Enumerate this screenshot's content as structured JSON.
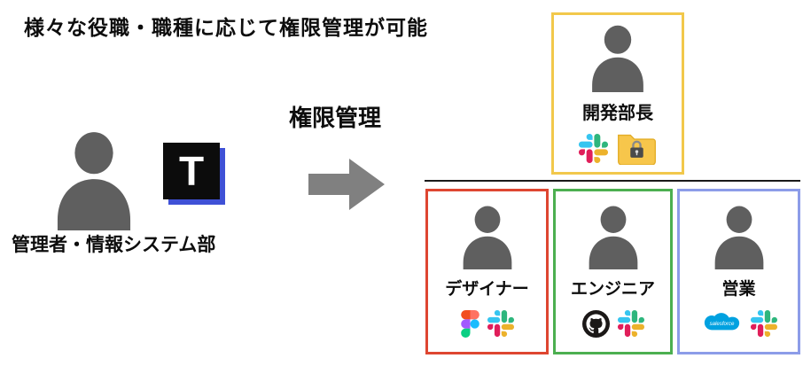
{
  "title": "様々な役職・職種に応じて権限管理が可能",
  "flow": {
    "arrow_label": "権限管理"
  },
  "admin": {
    "label": "管理者・情報システム部",
    "logo_letter": "T"
  },
  "manager": {
    "label": "開発部長",
    "border_color": "#F2C84B",
    "tools": [
      "slack",
      "locked-folder"
    ]
  },
  "roles": [
    {
      "label": "デザイナー",
      "border_color": "#DE4631",
      "tools": [
        "figma",
        "slack"
      ]
    },
    {
      "label": "エンジニア",
      "border_color": "#4CAF50",
      "tools": [
        "github",
        "slack"
      ]
    },
    {
      "label": "営業",
      "border_color": "#8C9CE8",
      "tools": [
        "salesforce",
        "slack"
      ]
    }
  ],
  "icons": {
    "salesforce_text": "salesforce"
  },
  "colors": {
    "person": "#5f5f5f",
    "arrow": "#808080",
    "logo_bg": "#0c0c0c",
    "logo_shadow": "#3f51d6",
    "folder": "#F7C64B",
    "salesforce_cloud": "#00A1E0"
  }
}
